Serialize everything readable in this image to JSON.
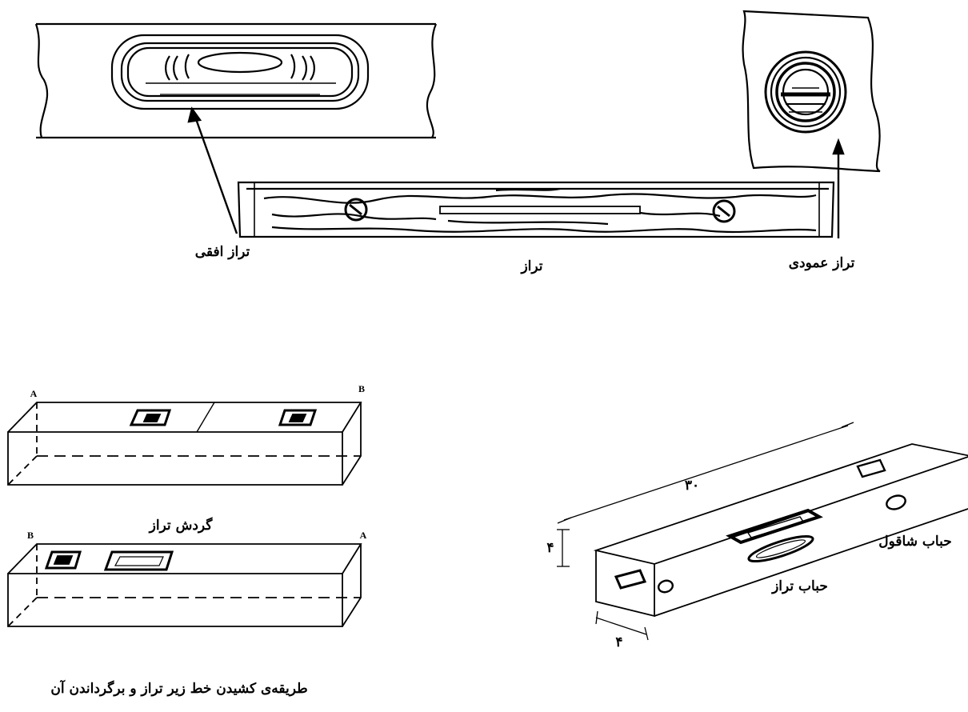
{
  "top_labels": {
    "horizontal_level": "تراز افقی",
    "spirit_level": "تراز",
    "vertical_level": "تراز عمودی"
  },
  "bottom_left": {
    "rotation_label": "گردش تراز",
    "caption": "طریقه‌ی کشیدن خط زیر تراز و برگرداندن آن",
    "top_box_corner_left": "A",
    "top_box_corner_right": "B",
    "bottom_box_corner_left": "B",
    "bottom_box_corner_right": "A"
  },
  "bottom_right": {
    "plumb_bubble": "حباب شاقول",
    "level_bubble": "حباب تراز",
    "length_dim": "۳۰",
    "height_dim": "۴",
    "width_dim": "۴"
  }
}
